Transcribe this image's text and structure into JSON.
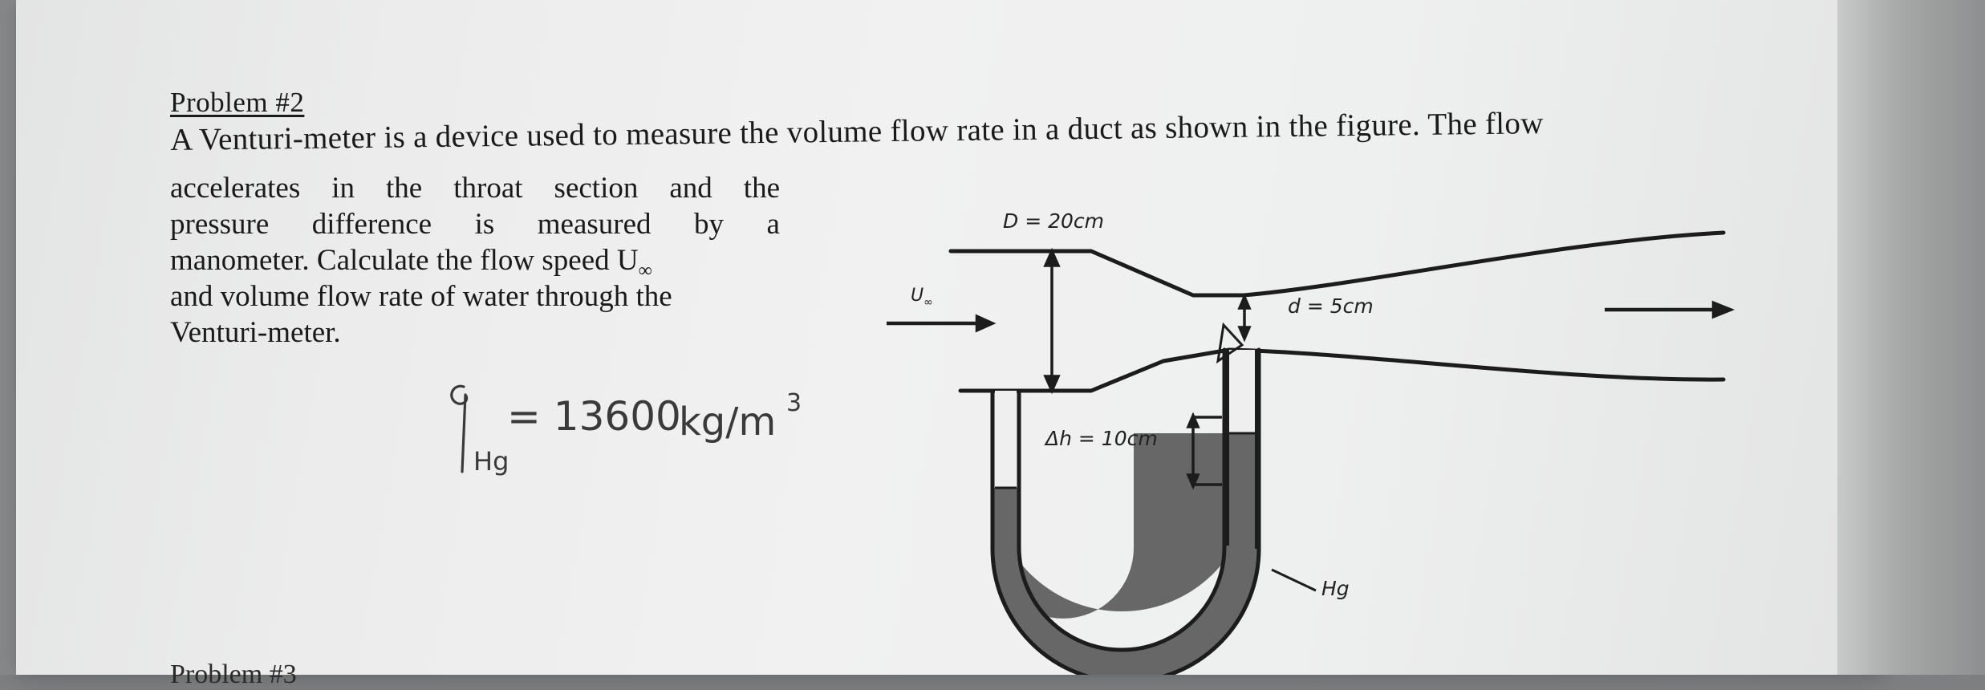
{
  "problem": {
    "title": "Problem #2",
    "line1": "A Venturi-meter is a device used to measure the volume flow rate in a duct as shown in the figure. The flow",
    "line2_words": [
      "accelerates",
      "in",
      "the",
      "throat",
      "section",
      "and",
      "the"
    ],
    "line3_words": [
      "pressure",
      "difference",
      "is",
      "measured",
      "by",
      "a"
    ],
    "line4": "manometer. Calculate the flow speed U",
    "line4_sub": "∞",
    "line5": "and volume flow rate of water through the",
    "line6": "Venturi-meter.",
    "next_problem_partial": "Problem #3"
  },
  "handwritten_note": {
    "symbol": "ρ",
    "subscript": "Hg",
    "equals_value": "= 13600",
    "unit": "kg/m",
    "unit_exponent": "3"
  },
  "figure": {
    "inlet_diameter_label": "D = 20cm",
    "throat_diameter_label": "d = 5cm",
    "velocity_label": "U",
    "velocity_sub": "∞",
    "height_difference_label": "Δh = 10cm",
    "fluid_label": "Hg",
    "colors": {
      "mercury": "#676767",
      "ink": "#1c1c1c",
      "paper": "#efefef"
    }
  }
}
